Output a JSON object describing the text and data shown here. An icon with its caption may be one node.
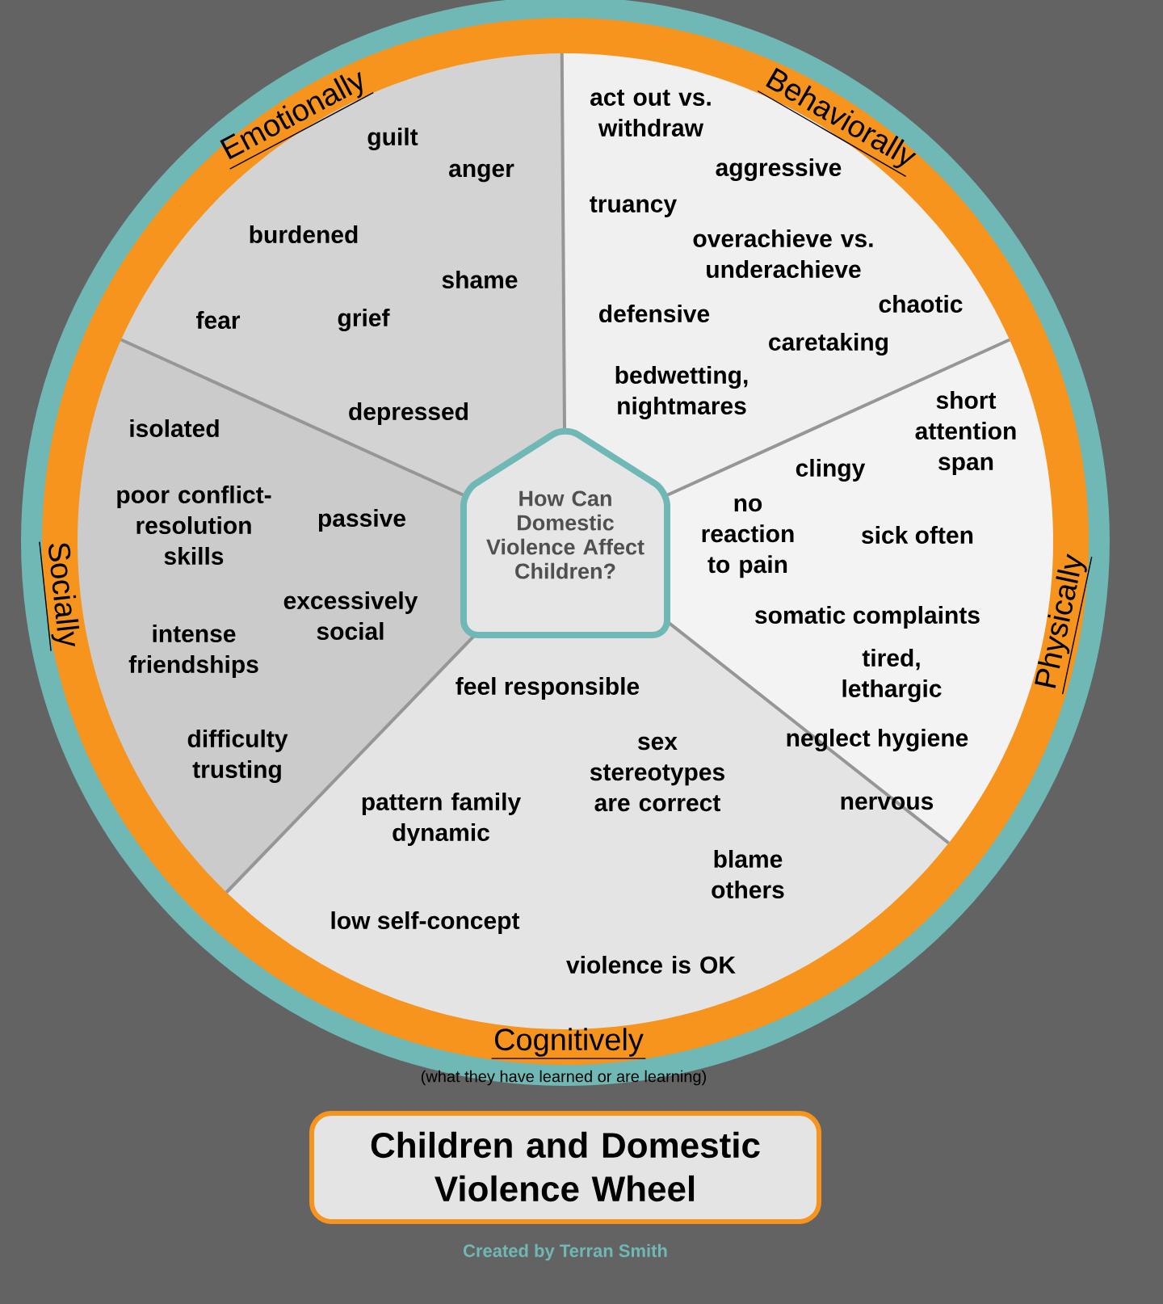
{
  "diagram": {
    "title": "Children and Domestic Violence Wheel",
    "nodes": [
      {
        "text": [
          "How Can Domestic Violence Affect Children?"
        ]
      },
      {
        "text": [
          "Emotionally",
          "guilt",
          "anger",
          "burdened",
          "shame",
          "fear",
          "grief",
          "depressed"
        ]
      },
      {
        "text": [
          "Behaviorally",
          "act out vs. withdraw",
          "aggressive",
          "truancy",
          "overachieve vs. underachieve",
          "chaotic",
          "defensive",
          "caretaking",
          "bedwetting, nightmares"
        ]
      },
      {
        "text": [
          "Physically",
          "clingy",
          "short attention span",
          "no reaction to pain",
          "sick often",
          "somatic complaints",
          "tired, lethargic",
          "neglect hygiene",
          "nervous"
        ]
      },
      {
        "text": [
          "feel responsible",
          "sex stereotypes are correct",
          "pattern family dynamic",
          "blame others",
          "low self-concept",
          "violence is OK",
          "Cognitively",
          "(what they have learned or are learning)"
        ]
      },
      {
        "text": [
          "Socially",
          "isolated",
          "poor conflict-resolution skills",
          "passive",
          "excessively social",
          "intense friendships",
          "difficulty trusting"
        ]
      }
    ],
    "labels": [
      "Created by Terran Smith"
    ]
  }
}
